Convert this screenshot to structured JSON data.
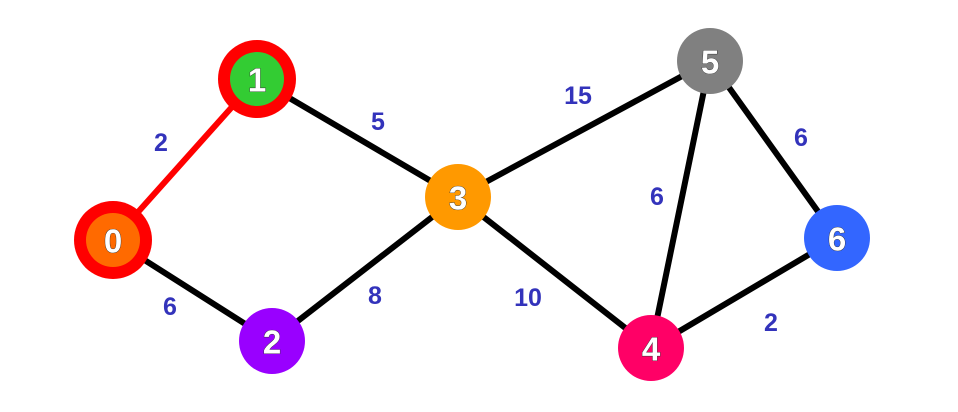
{
  "graph": {
    "nodes": [
      {
        "id": "0",
        "label": "0",
        "color": "#ff6a00",
        "highlighted": true
      },
      {
        "id": "1",
        "label": "1",
        "color": "#33cc33",
        "highlighted": true
      },
      {
        "id": "2",
        "label": "2",
        "color": "#9900ff",
        "highlighted": false
      },
      {
        "id": "3",
        "label": "3",
        "color": "#ff9900",
        "highlighted": false
      },
      {
        "id": "4",
        "label": "4",
        "color": "#ff0066",
        "highlighted": false
      },
      {
        "id": "5",
        "label": "5",
        "color": "#808080",
        "highlighted": false
      },
      {
        "id": "6",
        "label": "6",
        "color": "#3366ff",
        "highlighted": false
      }
    ],
    "edges": [
      {
        "from": "0",
        "to": "1",
        "weight": "2",
        "highlighted": true
      },
      {
        "from": "0",
        "to": "2",
        "weight": "6",
        "highlighted": false
      },
      {
        "from": "1",
        "to": "3",
        "weight": "5",
        "highlighted": false
      },
      {
        "from": "2",
        "to": "3",
        "weight": "8",
        "highlighted": false
      },
      {
        "from": "3",
        "to": "5",
        "weight": "15",
        "highlighted": false
      },
      {
        "from": "3",
        "to": "4",
        "weight": "10",
        "highlighted": false
      },
      {
        "from": "5",
        "to": "4",
        "weight": "6",
        "highlighted": false
      },
      {
        "from": "5",
        "to": "6",
        "weight": "6",
        "highlighted": false
      },
      {
        "from": "4",
        "to": "6",
        "weight": "2",
        "highlighted": false
      }
    ]
  },
  "colors": {
    "edge": "#000000",
    "highlight": "#ff0000",
    "weight_text": "#3333bb"
  }
}
